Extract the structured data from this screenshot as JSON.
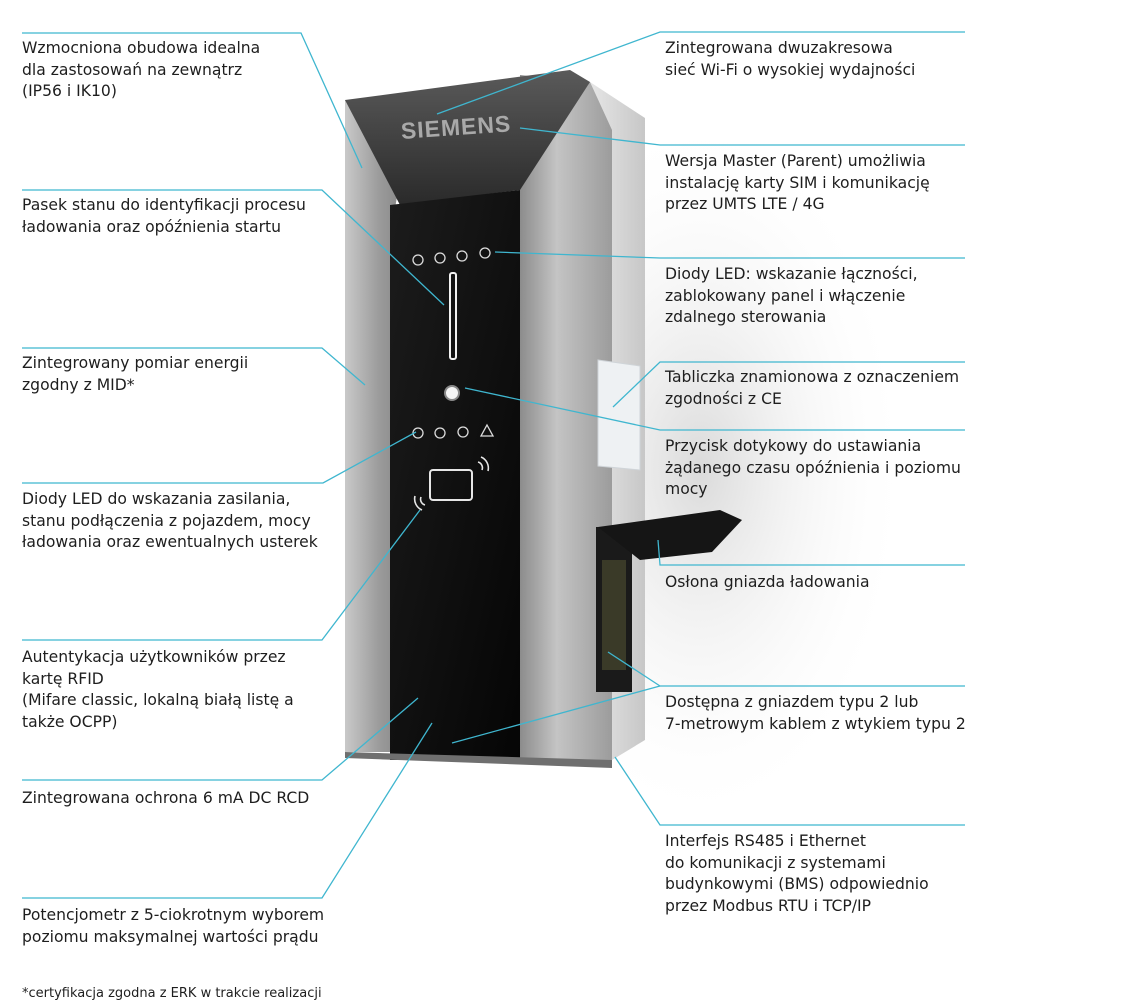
{
  "product": {
    "brand": "SIEMENS"
  },
  "callouts": {
    "left": [
      {
        "id": "housing",
        "text": "Wzmocniona obudowa idealna\ndla zastosowań na zewnątrz\n(IP56 i IK10)"
      },
      {
        "id": "status_bar",
        "text": "Pasek stanu do identyfikacji procesu\nładowania oraz opóźnienia startu"
      },
      {
        "id": "energy_meter",
        "text": "Zintegrowany pomiar energii\nzgodny z MID*"
      },
      {
        "id": "power_leds",
        "text": "Diody LED do wskazania zasilania,\nstanu podłączenia z pojazdem, mocy\nładowania oraz ewentualnych usterek"
      },
      {
        "id": "rfid",
        "text": "Autentykacja użytkowników przez\nkartę RFID\n(Mifare classic, lokalną białą listę a\ntakże OCPP)"
      },
      {
        "id": "rcd",
        "text": "Zintegrowana ochrona 6 mA DC RCD"
      },
      {
        "id": "potentiometer",
        "text": "Potencjometr z 5-ciokrotnym wyborem\npoziomu maksymalnej wartości prądu"
      }
    ],
    "right": [
      {
        "id": "wifi",
        "text": "Zintegrowana dwuzakresowa\nsieć Wi-Fi o wysokiej wydajności"
      },
      {
        "id": "master",
        "text": "Wersja Master (Parent) umożliwia\ninstalację karty SIM i komunikację\nprzez UMTS LTE / 4G"
      },
      {
        "id": "leds_top",
        "text": "Diody LED: wskazanie łączności,\nzablokowany panel i włączenie\nzdalnego sterowania"
      },
      {
        "id": "nameplate",
        "text": "Tabliczka znamionowa z oznaczeniem\nzgodności z CE"
      },
      {
        "id": "touch_button",
        "text": "Przycisk dotykowy do ustawiania\nżądanego czasu opóźnienia i poziomu\nmocy"
      },
      {
        "id": "socket_cover",
        "text": "Osłona gniazda ładowania"
      },
      {
        "id": "socket_type",
        "text": "Dostępna z gniazdem typu 2 lub\n7-metrowym kablem z wtykiem typu 2"
      },
      {
        "id": "interfaces",
        "text": "Interfejs RS485 i Ethernet\ndo komunikacji z systemami\nbudynkowymi (BMS) odpowiednio\nprzez Modbus RTU i TCP/IP"
      }
    ]
  },
  "footnote": "*certyfikacja zgodna z ERK w trakcie realizacji",
  "colors": {
    "leader_line": "#3fb6cf",
    "text": "#1e1e1e",
    "panel": "#0d0d0d",
    "steel": "#a8a8a8"
  },
  "icons": [
    "wifi-icon",
    "connection-icon",
    "lock-icon",
    "remote-icon",
    "power-icon",
    "plug-icon",
    "gauge-icon",
    "warning-icon",
    "rfid-card-icon",
    "contactless-waves-icon"
  ]
}
